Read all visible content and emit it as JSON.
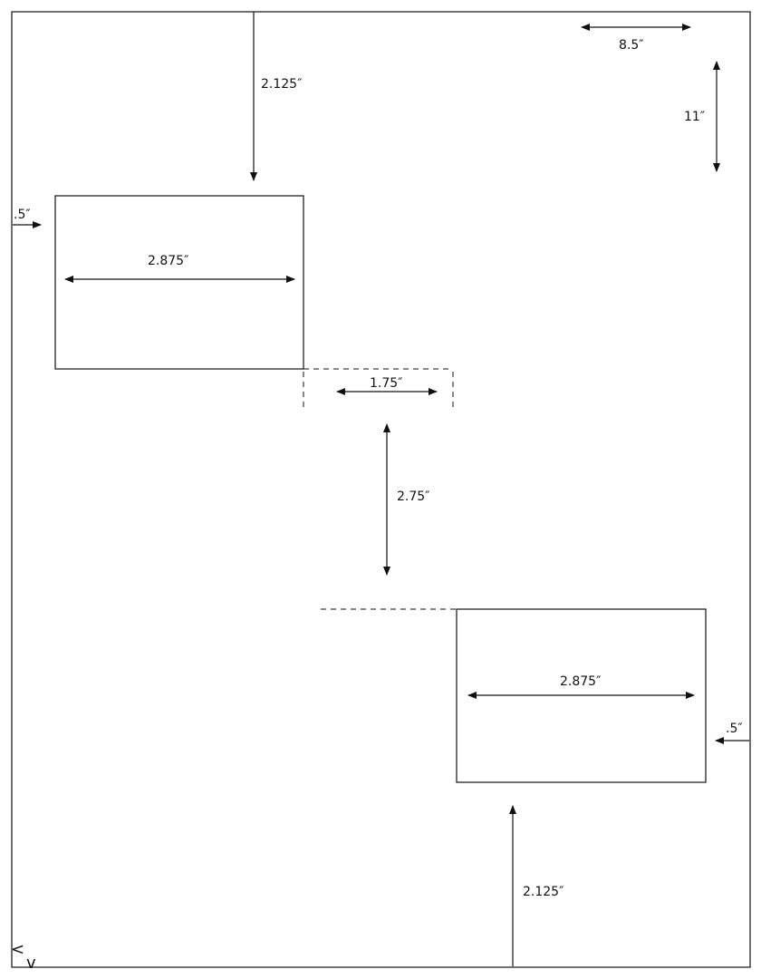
{
  "labels": {
    "top_offset": "2.125″",
    "page_width": "8.5″",
    "page_height": "11″",
    "left_margin": ".5″",
    "card1_width": "2.875″",
    "horizontal_gap": "1.75″",
    "vertical_gap": "2.75″",
    "card2_width": "2.875″",
    "right_margin": ".5″",
    "bottom_offset": "2.125″"
  },
  "corner_marks": {
    "left": "<",
    "down": "v"
  },
  "colors": {
    "line": "#111111",
    "background": "#ffffff"
  }
}
